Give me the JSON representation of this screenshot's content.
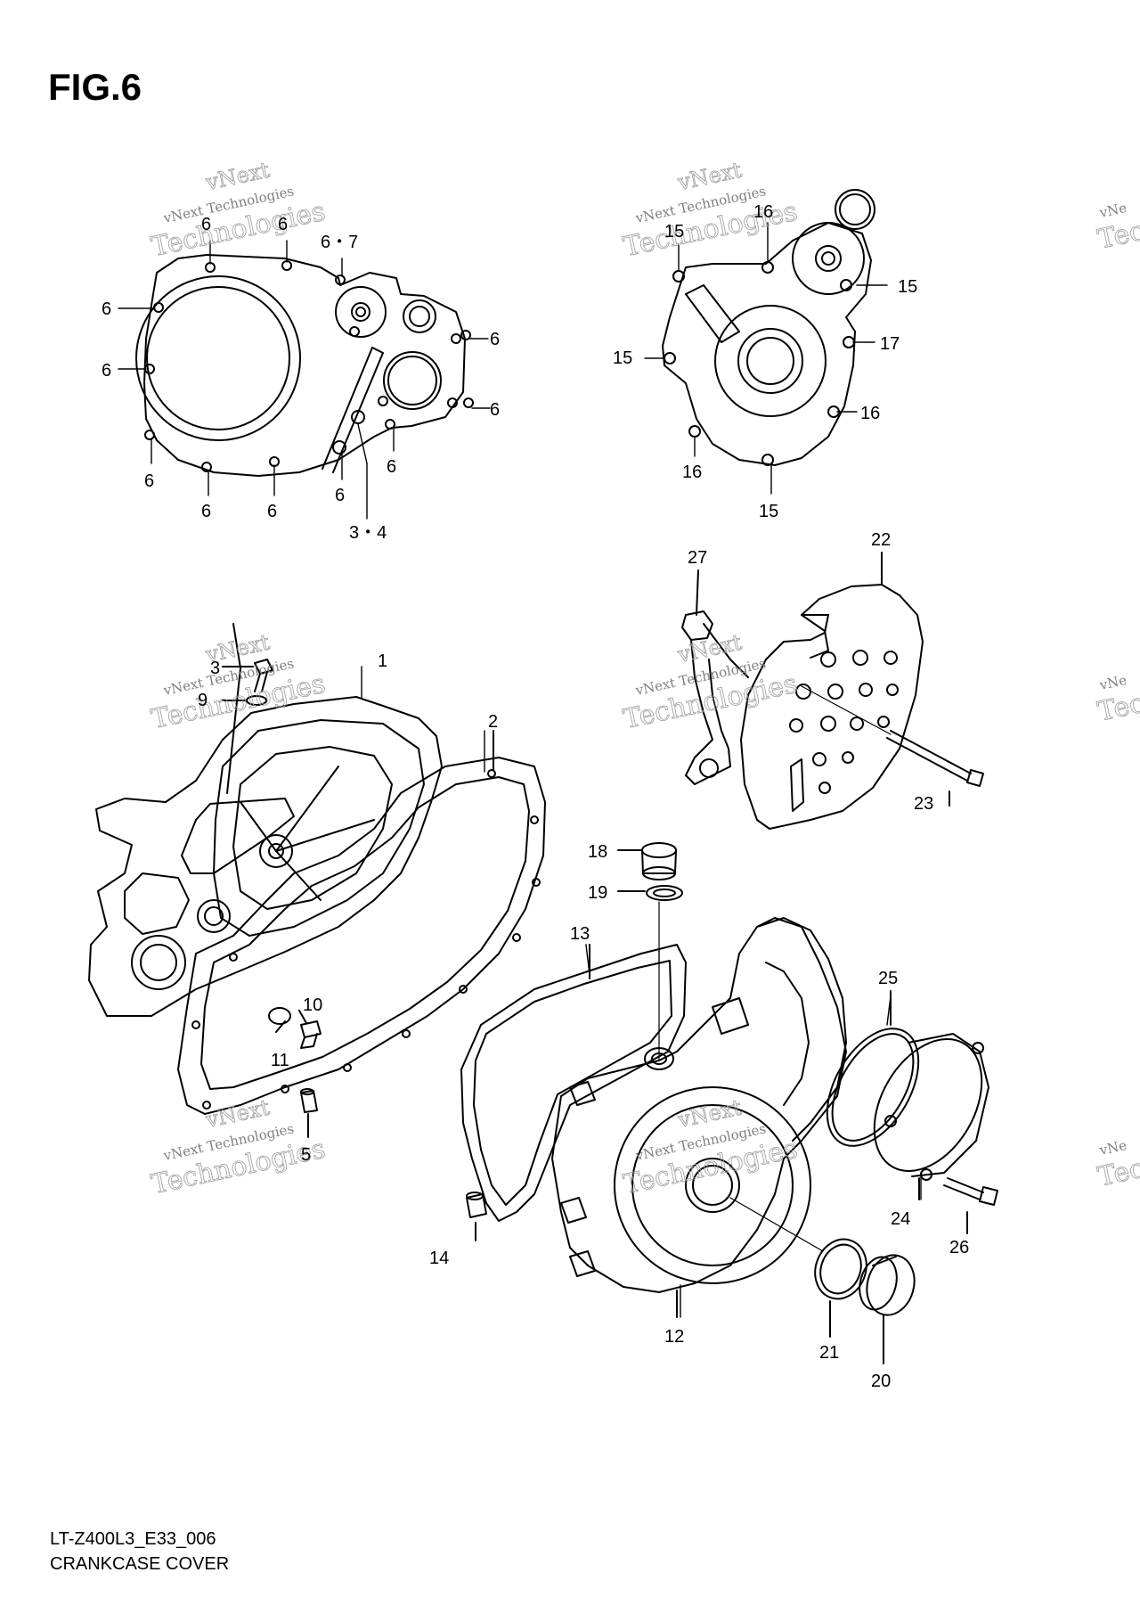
{
  "figure": {
    "title": "FIG.6",
    "code": "LT-Z400L3_E33_006",
    "name": "CRANKCASE COVER"
  },
  "watermark": {
    "line1": "vNext Technologies",
    "line2": "vNext",
    "line3": "Technologies",
    "partial1": "vNe",
    "partial2": "Tec"
  },
  "callouts": {
    "c1": "1",
    "c2": "2",
    "c3": "3",
    "c3_4": "3・4",
    "c5": "5",
    "c6": "6",
    "c6_7": "6・7",
    "c9": "9",
    "c10": "10",
    "c11": "11",
    "c12": "12",
    "c13": "13",
    "c14": "14",
    "c15": "15",
    "c16": "16",
    "c17": "17",
    "c18": "18",
    "c19": "19",
    "c20": "20",
    "c21": "21",
    "c22": "22",
    "c23": "23",
    "c24": "24",
    "c25": "25",
    "c26": "26",
    "c27": "27"
  },
  "colors": {
    "ink": "#000000",
    "watermark": "#9a9a9a"
  }
}
